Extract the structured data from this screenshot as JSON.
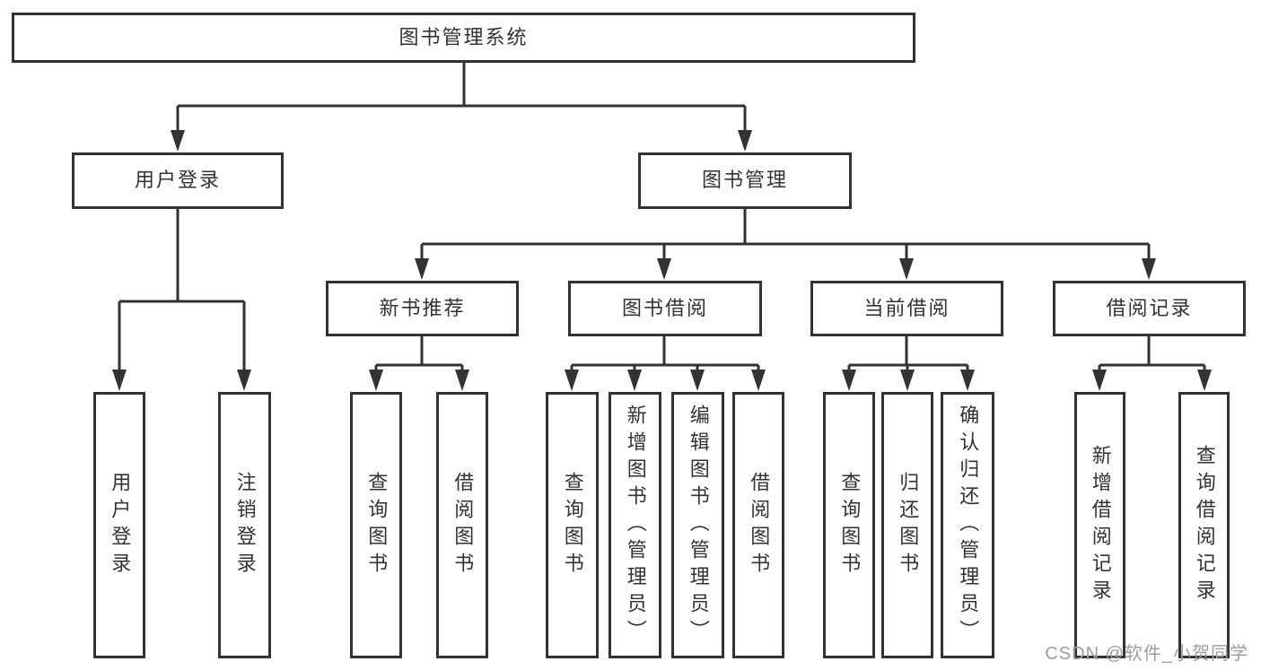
{
  "colors": {
    "line": "#333333",
    "box_border": "#333333",
    "box_fill": "#ffffff",
    "text": "#333333",
    "watermark_text": "#9e9e9e"
  },
  "diagram": {
    "root_label": "图书管理系统",
    "branches": [
      {
        "label": "用户登录",
        "children": [
          {
            "label": "用户登录"
          },
          {
            "label": "注销登录"
          }
        ]
      },
      {
        "label": "图书管理",
        "sections": [
          {
            "label": "新书推荐",
            "children": [
              {
                "label": "查询图书"
              },
              {
                "label": "借阅图书"
              }
            ]
          },
          {
            "label": "图书借阅",
            "children": [
              {
                "label": "查询图书"
              },
              {
                "label": "新增图书（管理员）"
              },
              {
                "label": "编辑图书（管理员）"
              },
              {
                "label": "借阅图书"
              }
            ]
          },
          {
            "label": "当前借阅",
            "children": [
              {
                "label": "查询图书"
              },
              {
                "label": "归还图书"
              },
              {
                "label": "确认归还（管理员）"
              }
            ]
          },
          {
            "label": "借阅记录",
            "children": [
              {
                "label": "新增借阅记录"
              },
              {
                "label": "查询借阅记录"
              }
            ]
          }
        ]
      }
    ],
    "watermark": "CSDN @软件_小贺同学"
  }
}
